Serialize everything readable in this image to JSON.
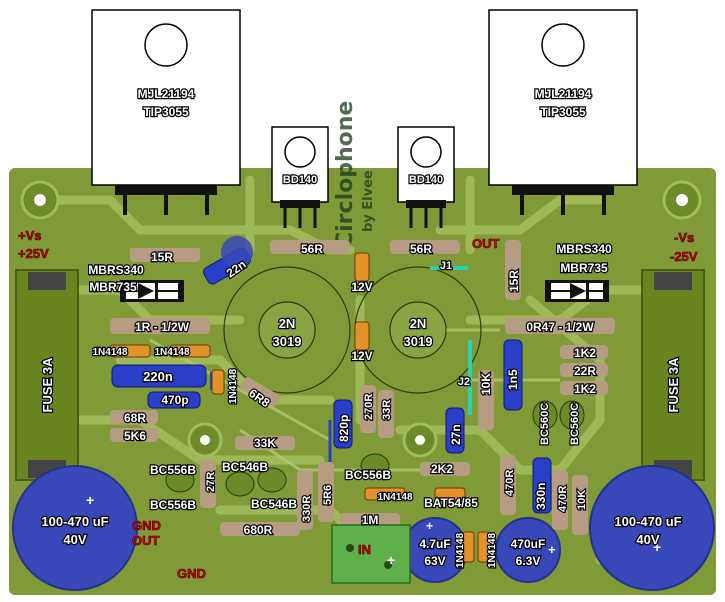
{
  "transistors_power": {
    "left": "MJL21194\nTIP3055",
    "right": "MJL21194\nTIP3055"
  },
  "drivers": {
    "left": "BD140",
    "right": "BD140"
  },
  "ns": {
    "left": "2N\n3019",
    "right": "2N\n3019"
  },
  "watermark": {
    "name": "Circlophone",
    "by": "by Elvee"
  },
  "power": {
    "pos_label": "+Vs\n+25V",
    "neg_label": "-Vs\n-25V",
    "out": "OUT",
    "in": "IN",
    "gnd": "GND",
    "gnd_out": "GND\nOUT"
  },
  "fuse": {
    "left": "FUSE 3A",
    "right": "FUSE 3A"
  },
  "caps": {
    "left_big": "100-470 uF\n40V",
    "right_big": "100-470 uF\n40V",
    "c47": "4.7uF\n63V",
    "c470": "470uF\n6.3V",
    "c22n": "22n",
    "c220n": "220n",
    "c470p": "470p",
    "c820p": "820p",
    "c27n": "27n",
    "c1n5": "1n5",
    "c330n": "330n"
  },
  "resistors": {
    "r15r_l": "15R",
    "r15r_r": "15R",
    "r56r_l": "56R",
    "r56r_r": "56R",
    "r1r": "1R - 1/2W",
    "r0r47": "0R47 - 1/2W",
    "r68r": "68R",
    "r5k6": "5K6",
    "r6r8": "6R8",
    "r33k": "33K",
    "r270r": "270R",
    "r33r": "33R",
    "r10k_a": "10K",
    "r10k_b": "10K",
    "r1k2_a": "1K2",
    "r22r": "22R",
    "r1k2_b": "1K2",
    "r27r": "27R",
    "r330r": "330R",
    "r5r6": "5R6",
    "r680r": "680R",
    "r2k2": "2K2",
    "r1m": "1M",
    "r470r_a": "470R",
    "r470r_b": "470R"
  },
  "semis": {
    "mbrs_l": "MBRS340\nMBR735",
    "mbrs_r": "MBRS340\nMBR735",
    "d12v_a": "12V",
    "d12v_b": "12V",
    "d1n4148_a": "1N4148",
    "d1n4148_b": "1N4148",
    "d1n4148_c": "1N4148",
    "d1n4148_d": "1N4148",
    "d1n4148_e": "1N4148",
    "d1n4148_f": "1N4148",
    "bat": "BAT54/85",
    "bc556b_a": "BC556B",
    "bc546b_a": "BC546B",
    "bc556b_b": "BC556B",
    "bc546b_b": "BC546B",
    "bc556b_c": "BC556B",
    "bc560c_a": "BC560C",
    "bc560c_b": "BC560C"
  },
  "jumpers": {
    "j1": "J1",
    "j2": "J2"
  },
  "colors": {
    "board": "#7f9a36",
    "copper": "#9fb957",
    "cap_blue": "#2a3fc8",
    "big_cap": "#3848b8",
    "pad_tan": "#b79c84"
  }
}
